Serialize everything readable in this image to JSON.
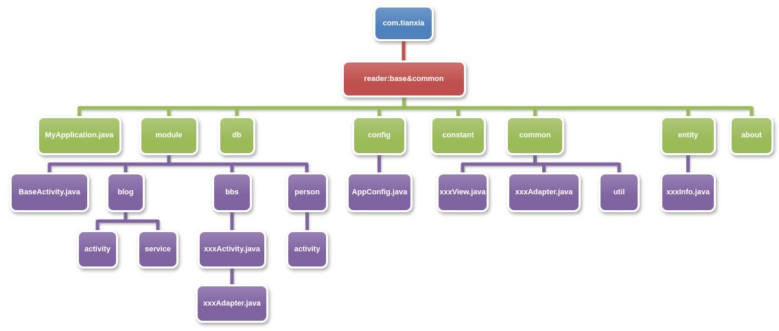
{
  "diagram": {
    "type": "tree",
    "description": "Android project package structure tree",
    "colors": {
      "level1": "#4F81BD",
      "level2": "#C0504D",
      "level3": "#9BBB59",
      "level4": "#8064A2",
      "border": "#FFFFFF",
      "text": "#FFFFFF",
      "background": "#FFFFFF"
    },
    "nodes": [
      {
        "id": "com-tianxia",
        "label": "com.tianxia",
        "parent": null,
        "level": 1
      },
      {
        "id": "reader-base-common",
        "label": "reader:base&common",
        "parent": "com-tianxia",
        "level": 2
      },
      {
        "id": "myapplication-java",
        "label": "MyApplication.java",
        "parent": "reader-base-common",
        "level": 3
      },
      {
        "id": "module",
        "label": "module",
        "parent": "reader-base-common",
        "level": 3
      },
      {
        "id": "db",
        "label": "db",
        "parent": "reader-base-common",
        "level": 3
      },
      {
        "id": "config",
        "label": "config",
        "parent": "reader-base-common",
        "level": 3
      },
      {
        "id": "constant",
        "label": "constant",
        "parent": "reader-base-common",
        "level": 3
      },
      {
        "id": "common",
        "label": "common",
        "parent": "reader-base-common",
        "level": 3
      },
      {
        "id": "entity",
        "label": "entity",
        "parent": "reader-base-common",
        "level": 3
      },
      {
        "id": "about",
        "label": "about",
        "parent": "reader-base-common",
        "level": 3
      },
      {
        "id": "baseactivity-java",
        "label": "BaseActivity.java",
        "parent": "module",
        "level": 4
      },
      {
        "id": "blog",
        "label": "blog",
        "parent": "module",
        "level": 4
      },
      {
        "id": "bbs",
        "label": "bbs",
        "parent": "module",
        "level": 4
      },
      {
        "id": "person",
        "label": "person",
        "parent": "module",
        "level": 4
      },
      {
        "id": "appconfig-java",
        "label": "AppConfig.java",
        "parent": "config",
        "level": 4
      },
      {
        "id": "xxxview-java",
        "label": "xxxView.java",
        "parent": "common",
        "level": 4
      },
      {
        "id": "xxxadapter-java-common",
        "label": "xxxAdapter.java",
        "parent": "common",
        "level": 4
      },
      {
        "id": "util",
        "label": "util",
        "parent": "common",
        "level": 4
      },
      {
        "id": "xxxinfo-java",
        "label": "xxxInfo.java",
        "parent": "entity",
        "level": 4
      },
      {
        "id": "blog-activity",
        "label": "activity",
        "parent": "blog",
        "level": 5
      },
      {
        "id": "blog-service",
        "label": "service",
        "parent": "blog",
        "level": 5
      },
      {
        "id": "xxxactivity-java",
        "label": "xxxActivity.java",
        "parent": "bbs",
        "level": 5
      },
      {
        "id": "person-activity",
        "label": "activity",
        "parent": "person",
        "level": 5
      },
      {
        "id": "xxxactivity-xxxadapter-java",
        "label": "xxxAdapter.java",
        "parent": "xxxactivity-java",
        "level": 6
      }
    ]
  }
}
